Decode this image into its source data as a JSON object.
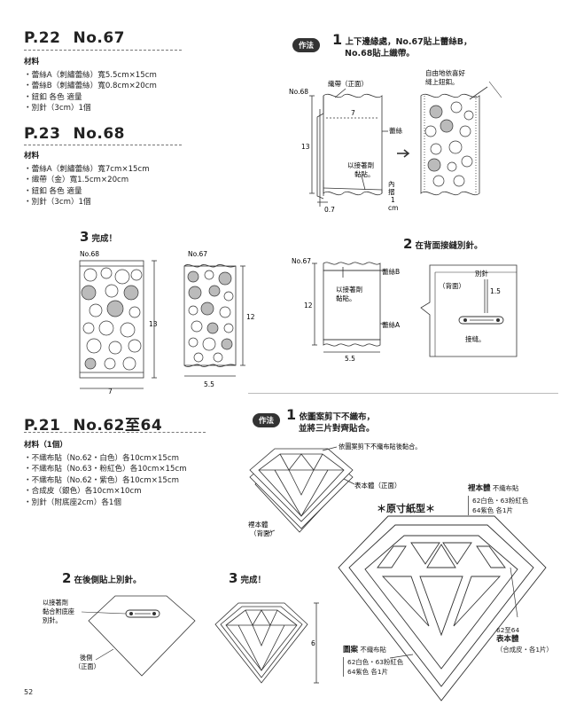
{
  "sec1": {
    "page": "P.22",
    "no": "No.67",
    "materials_heading": "材料",
    "materials": [
      "・蕾絲A（刺繡蕾絲）寬5.5cm×15cm",
      "・蕾絲B（刺繡蕾絲）寬0.8cm×20cm",
      "・鈕釦 各色 適量",
      "・別針（3cm）1個"
    ]
  },
  "sec2": {
    "page": "P.23",
    "no": "No.68",
    "materials_heading": "材料",
    "materials": [
      "・蕾絲A（刺繡蕾絲）寬7cm×15cm",
      "・織帶（金）寬1.5cm×20cm",
      "・鈕釦 各色 適量",
      "・別針（3cm）1個"
    ]
  },
  "howto": {
    "badge": "作法",
    "step1_num": "1",
    "step1_line1": "上下邊緣處，No.67貼上蕾絲B，",
    "step1_line2": "No.68貼上織帶。",
    "step1_labels": {
      "no68": "No.68",
      "ribbon": "織帶（正面）",
      "seven": "7",
      "thirteen": "13",
      "lace": "蕾絲",
      "glue": "以接著劑",
      "glue2": "黏貼。",
      "fold1": "內",
      "fold2": "摺",
      "one": "1",
      "cm": "cm",
      "zero7": "0.7",
      "free1": "自由地依喜好",
      "free2": "縫上鈕釦。"
    },
    "step2_num": "2",
    "step2_title": "在背面接縫別針。",
    "step2_labels": {
      "no67": "No.67",
      "laceB": "蕾絲B",
      "glue": "以接著劑",
      "glue2": "黏貼。",
      "twelve": "12",
      "laceA": "蕾絲A",
      "five5": "5.5",
      "back": "（背面）",
      "pin": "別針",
      "one5": "1.5",
      "sew": "接縫。"
    },
    "step3_num": "3",
    "step3_title": "完成！",
    "step3_labels": {
      "no68": "No.68",
      "no67": "No.67",
      "thirteen": "13",
      "twelve": "12",
      "seven": "7",
      "five5": "5.5"
    }
  },
  "sec3": {
    "page": "P.21",
    "no": "No.62至64",
    "materials_heading": "材料（1個）",
    "materials": [
      "・不織布貼（No.62・白色）各10cm×15cm",
      "・不織布貼（No.63・粉紅色）各10cm×15cm",
      "・不織布貼（No.62・紫色）各10cm×15cm",
      "・合成皮（銀色）各10cm×10cm",
      "・別針（附底座2cm）各1個"
    ]
  },
  "howto2": {
    "badge": "作法",
    "step1_num": "1",
    "step1_line1": "依圖案剪下不織布，",
    "step1_line2": "並將三片對齊貼合。",
    "cut_note": "依圖案剪下不織布貼後黏合。",
    "front_label": "表本體（正面）",
    "back_label1": "裡本體",
    "back_label2": "（背面）",
    "pattern_title": "＊原寸紙型＊",
    "inner_body_title": "裡本體",
    "inner_body_mat": "不織布貼",
    "inner_colors": [
      "62白色・63粉紅色",
      "64紫色 各1片"
    ],
    "pattern_label": "圖案",
    "pattern_mat": "不織布貼",
    "pattern_colors": [
      "62白色・63粉紅色",
      "64紫色 各1片"
    ],
    "outer_num": "62至64",
    "outer_title": "表本體",
    "outer_mat": "（合成皮・各1片）",
    "step2_num": "2",
    "step2_title": "在後側貼上別針。",
    "step2_glue": [
      "以接著劑",
      "黏合附底座",
      "別針。"
    ],
    "step2_back": [
      "後側",
      "（正面）"
    ],
    "step3_num": "3",
    "step3_title": "完成！",
    "six": "6"
  },
  "page_number": "52"
}
